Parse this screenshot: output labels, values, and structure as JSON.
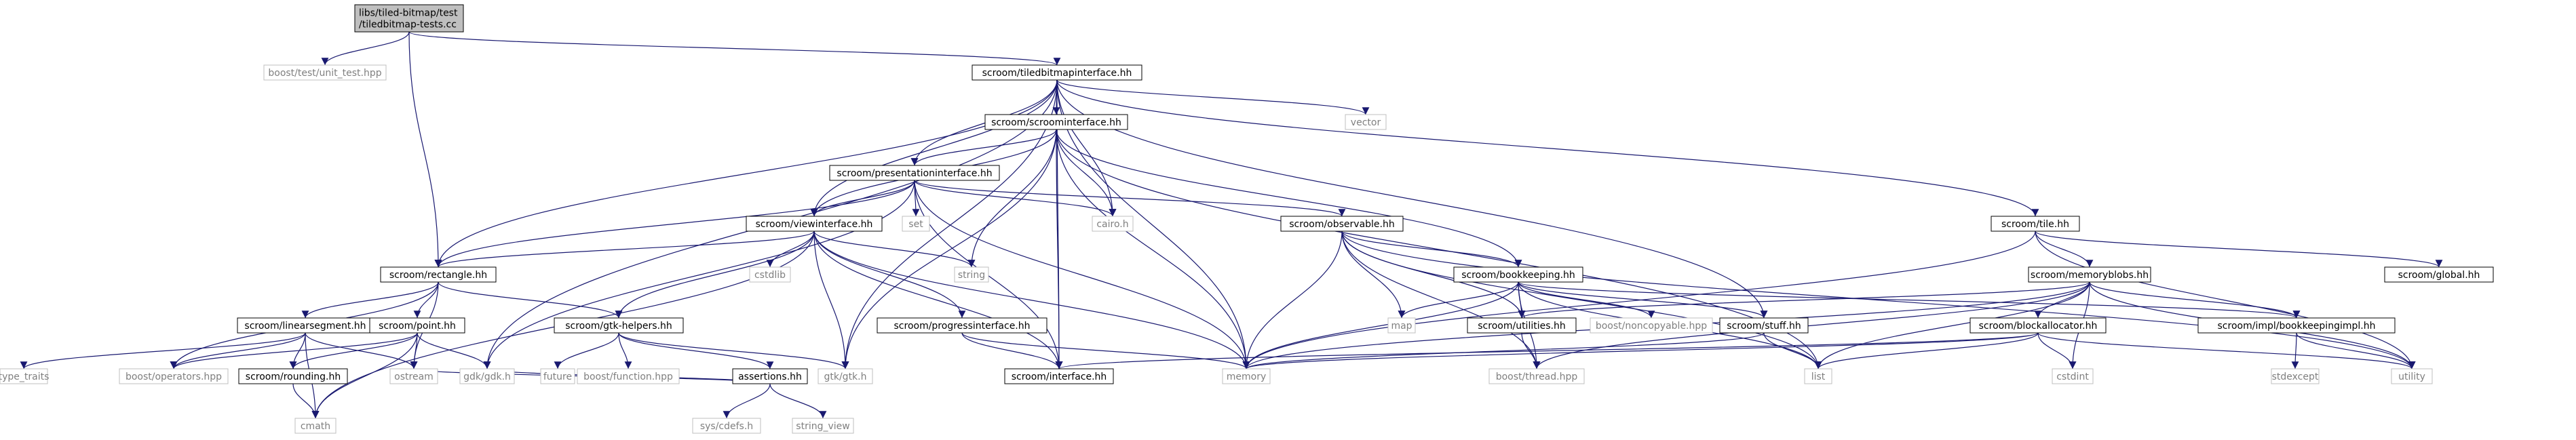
{
  "colors": {
    "edge": "#191970",
    "root_fill": "#bfbfbf",
    "internal_stroke": "#000000",
    "external_stroke": "#bfbfbf",
    "external_text": "#7f7f7f",
    "text": "#000000"
  },
  "nodes": [
    {
      "id": "root",
      "lines": [
        "libs/tiled-bitmap/test",
        "/tiledbitmap-tests.cc"
      ],
      "kind": "root"
    },
    {
      "id": "unit_test",
      "lines": [
        "boost/test/unit_test.hpp"
      ],
      "kind": "external"
    },
    {
      "id": "tbi",
      "lines": [
        "scroom/tiledbitmapinterface.hh"
      ],
      "kind": "internal"
    },
    {
      "id": "vector",
      "lines": [
        "vector"
      ],
      "kind": "external"
    },
    {
      "id": "si",
      "lines": [
        "scroom/scroominterface.hh"
      ],
      "kind": "internal"
    },
    {
      "id": "pi",
      "lines": [
        "scroom/presentationinterface.hh"
      ],
      "kind": "internal"
    },
    {
      "id": "set",
      "lines": [
        "set"
      ],
      "kind": "external"
    },
    {
      "id": "cairo",
      "lines": [
        "cairo.h"
      ],
      "kind": "external"
    },
    {
      "id": "vi",
      "lines": [
        "scroom/viewinterface.hh"
      ],
      "kind": "internal"
    },
    {
      "id": "obs",
      "lines": [
        "scroom/observable.hh"
      ],
      "kind": "internal"
    },
    {
      "id": "tile",
      "lines": [
        "scroom/tile.hh"
      ],
      "kind": "internal"
    },
    {
      "id": "global",
      "lines": [
        "scroom/global.hh"
      ],
      "kind": "internal"
    },
    {
      "id": "rect",
      "lines": [
        "scroom/rectangle.hh"
      ],
      "kind": "internal"
    },
    {
      "id": "cstdlib",
      "lines": [
        "cstdlib"
      ],
      "kind": "external"
    },
    {
      "id": "string",
      "lines": [
        "string"
      ],
      "kind": "external"
    },
    {
      "id": "bk",
      "lines": [
        "scroom/bookkeeping.hh"
      ],
      "kind": "internal"
    },
    {
      "id": "mb",
      "lines": [
        "scroom/memoryblobs.hh"
      ],
      "kind": "internal"
    },
    {
      "id": "map",
      "lines": [
        "map"
      ],
      "kind": "external"
    },
    {
      "id": "ls",
      "lines": [
        "scroom/linearsegment.hh"
      ],
      "kind": "internal"
    },
    {
      "id": "point",
      "lines": [
        "scroom/point.hh"
      ],
      "kind": "internal"
    },
    {
      "id": "gtkh",
      "lines": [
        "scroom/gtk-helpers.hh"
      ],
      "kind": "internal"
    },
    {
      "id": "progi",
      "lines": [
        "scroom/progressinterface.hh"
      ],
      "kind": "internal"
    },
    {
      "id": "util",
      "lines": [
        "scroom/utilities.hh"
      ],
      "kind": "internal"
    },
    {
      "id": "noncopy",
      "lines": [
        "boost/noncopyable.hpp"
      ],
      "kind": "external"
    },
    {
      "id": "stuff",
      "lines": [
        "scroom/stuff.hh"
      ],
      "kind": "internal"
    },
    {
      "id": "blockalloc",
      "lines": [
        "scroom/blockallocator.hh"
      ],
      "kind": "internal"
    },
    {
      "id": "bkimpl",
      "lines": [
        "scroom/impl/bookkeepingimpl.hh"
      ],
      "kind": "internal"
    },
    {
      "id": "type_traits",
      "lines": [
        "type_traits"
      ],
      "kind": "external"
    },
    {
      "id": "ops",
      "lines": [
        "boost/operators.hpp"
      ],
      "kind": "external"
    },
    {
      "id": "rounding",
      "lines": [
        "scroom/rounding.hh"
      ],
      "kind": "internal"
    },
    {
      "id": "ostream",
      "lines": [
        "ostream"
      ],
      "kind": "external"
    },
    {
      "id": "gdk",
      "lines": [
        "gdk/gdk.h"
      ],
      "kind": "external"
    },
    {
      "id": "future",
      "lines": [
        "future"
      ],
      "kind": "external"
    },
    {
      "id": "bfunc",
      "lines": [
        "boost/function.hpp"
      ],
      "kind": "external"
    },
    {
      "id": "assertions",
      "lines": [
        "assertions.hh"
      ],
      "kind": "internal"
    },
    {
      "id": "gtk",
      "lines": [
        "gtk/gtk.h"
      ],
      "kind": "external"
    },
    {
      "id": "iface",
      "lines": [
        "scroom/interface.hh"
      ],
      "kind": "internal"
    },
    {
      "id": "memory",
      "lines": [
        "memory"
      ],
      "kind": "external"
    },
    {
      "id": "bthread",
      "lines": [
        "boost/thread.hpp"
      ],
      "kind": "external"
    },
    {
      "id": "list",
      "lines": [
        "list"
      ],
      "kind": "external"
    },
    {
      "id": "cstdint",
      "lines": [
        "cstdint"
      ],
      "kind": "external"
    },
    {
      "id": "utility",
      "lines": [
        "utility"
      ],
      "kind": "external"
    },
    {
      "id": "stdexcept",
      "lines": [
        "stdexcept"
      ],
      "kind": "external"
    },
    {
      "id": "cmath",
      "lines": [
        "cmath"
      ],
      "kind": "external"
    },
    {
      "id": "syscdefs",
      "lines": [
        "sys/cdefs.h"
      ],
      "kind": "external"
    },
    {
      "id": "string_view",
      "lines": [
        "string_view"
      ],
      "kind": "external"
    }
  ],
  "edges": [
    [
      "root",
      "unit_test"
    ],
    [
      "root",
      "tbi"
    ],
    [
      "root",
      "rect"
    ],
    [
      "tbi",
      "vector"
    ],
    [
      "tbi",
      "si"
    ],
    [
      "tbi",
      "pi"
    ],
    [
      "tbi",
      "vi"
    ],
    [
      "tbi",
      "cairo"
    ],
    [
      "tbi",
      "rect"
    ],
    [
      "tbi",
      "tile"
    ],
    [
      "tbi",
      "stuff"
    ],
    [
      "tbi",
      "memory"
    ],
    [
      "tbi",
      "iface"
    ],
    [
      "tbi",
      "gdk"
    ],
    [
      "tbi",
      "gtk"
    ],
    [
      "si",
      "pi"
    ],
    [
      "si",
      "vi"
    ],
    [
      "si",
      "string"
    ],
    [
      "si",
      "gtk"
    ],
    [
      "si",
      "iface"
    ],
    [
      "si",
      "memory"
    ],
    [
      "si",
      "list"
    ],
    [
      "si",
      "bk"
    ],
    [
      "si",
      "cairo"
    ],
    [
      "pi",
      "set"
    ],
    [
      "pi",
      "cairo"
    ],
    [
      "pi",
      "vi"
    ],
    [
      "pi",
      "obs"
    ],
    [
      "pi",
      "rect"
    ],
    [
      "pi",
      "memory"
    ],
    [
      "pi",
      "gdk"
    ],
    [
      "pi",
      "iface"
    ],
    [
      "vi",
      "rect"
    ],
    [
      "vi",
      "cstdlib"
    ],
    [
      "vi",
      "string"
    ],
    [
      "vi",
      "gtkh"
    ],
    [
      "vi",
      "progi"
    ],
    [
      "vi",
      "gtk"
    ],
    [
      "vi",
      "iface"
    ],
    [
      "vi",
      "memory"
    ],
    [
      "vi",
      "cmath"
    ],
    [
      "obs",
      "bk"
    ],
    [
      "obs",
      "map"
    ],
    [
      "obs",
      "util"
    ],
    [
      "obs",
      "memory"
    ],
    [
      "obs",
      "bthread"
    ],
    [
      "obs",
      "list"
    ],
    [
      "obs",
      "utility"
    ],
    [
      "tile",
      "mb"
    ],
    [
      "tile",
      "global"
    ],
    [
      "tile",
      "memory"
    ],
    [
      "tile",
      "utility"
    ],
    [
      "rect",
      "ls"
    ],
    [
      "rect",
      "point"
    ],
    [
      "rect",
      "gtkh"
    ],
    [
      "rect",
      "ostream"
    ],
    [
      "rect",
      "ops"
    ],
    [
      "bk",
      "map"
    ],
    [
      "bk",
      "util"
    ],
    [
      "bk",
      "noncopy"
    ],
    [
      "bk",
      "stuff"
    ],
    [
      "bk",
      "bkimpl"
    ],
    [
      "bk",
      "memory"
    ],
    [
      "bk",
      "list"
    ],
    [
      "bk",
      "bthread"
    ],
    [
      "mb",
      "util"
    ],
    [
      "mb",
      "blockalloc"
    ],
    [
      "mb",
      "bkimpl"
    ],
    [
      "mb",
      "list"
    ],
    [
      "mb",
      "memory"
    ],
    [
      "mb",
      "bthread"
    ],
    [
      "mb",
      "cstdint"
    ],
    [
      "mb",
      "utility"
    ],
    [
      "ls",
      "type_traits"
    ],
    [
      "ls",
      "ops"
    ],
    [
      "ls",
      "rounding"
    ],
    [
      "ls",
      "ostream"
    ],
    [
      "ls",
      "cmath"
    ],
    [
      "point",
      "ops"
    ],
    [
      "point",
      "rounding"
    ],
    [
      "point",
      "ostream"
    ],
    [
      "point",
      "cmath"
    ],
    [
      "point",
      "gdk"
    ],
    [
      "gtkh",
      "future"
    ],
    [
      "gtkh",
      "bfunc"
    ],
    [
      "gtkh",
      "assertions"
    ],
    [
      "gtkh",
      "gtk"
    ],
    [
      "progi",
      "iface"
    ],
    [
      "progi",
      "memory"
    ],
    [
      "util",
      "bthread"
    ],
    [
      "stuff",
      "memory"
    ],
    [
      "stuff",
      "list"
    ],
    [
      "blockalloc",
      "list"
    ],
    [
      "blockalloc",
      "memory"
    ],
    [
      "blockalloc",
      "cstdint"
    ],
    [
      "blockalloc",
      "utility"
    ],
    [
      "blockalloc",
      "iface"
    ],
    [
      "bkimpl",
      "stdexcept"
    ],
    [
      "bkimpl",
      "utility"
    ],
    [
      "rounding",
      "cmath"
    ],
    [
      "assertions",
      "ostream"
    ],
    [
      "assertions",
      "gdk"
    ],
    [
      "assertions",
      "syscdefs"
    ],
    [
      "assertions",
      "string_view"
    ]
  ]
}
